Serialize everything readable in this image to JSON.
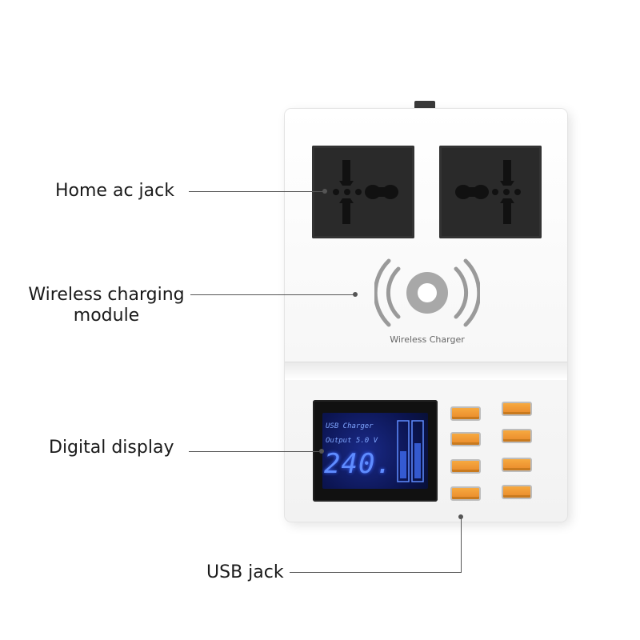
{
  "labels": {
    "ac_jack": "Home ac jack",
    "wireless_line1": "Wireless charging",
    "wireless_line2": "module",
    "display": "Digital display",
    "usb": "USB jack"
  },
  "device": {
    "wireless_text": "Wireless Charger",
    "lcd_line1": "USB Charger",
    "lcd_line2": "Output 5.0 V",
    "lcd_value": "240."
  },
  "icons": {
    "socket": "universal-socket-icon",
    "wireless": "wireless-charging-icon",
    "usb": "usb-port-icon"
  },
  "colors": {
    "usb_port": "#f0962e",
    "lcd_glow": "#5f8cff",
    "socket": "#2a2a2a"
  }
}
